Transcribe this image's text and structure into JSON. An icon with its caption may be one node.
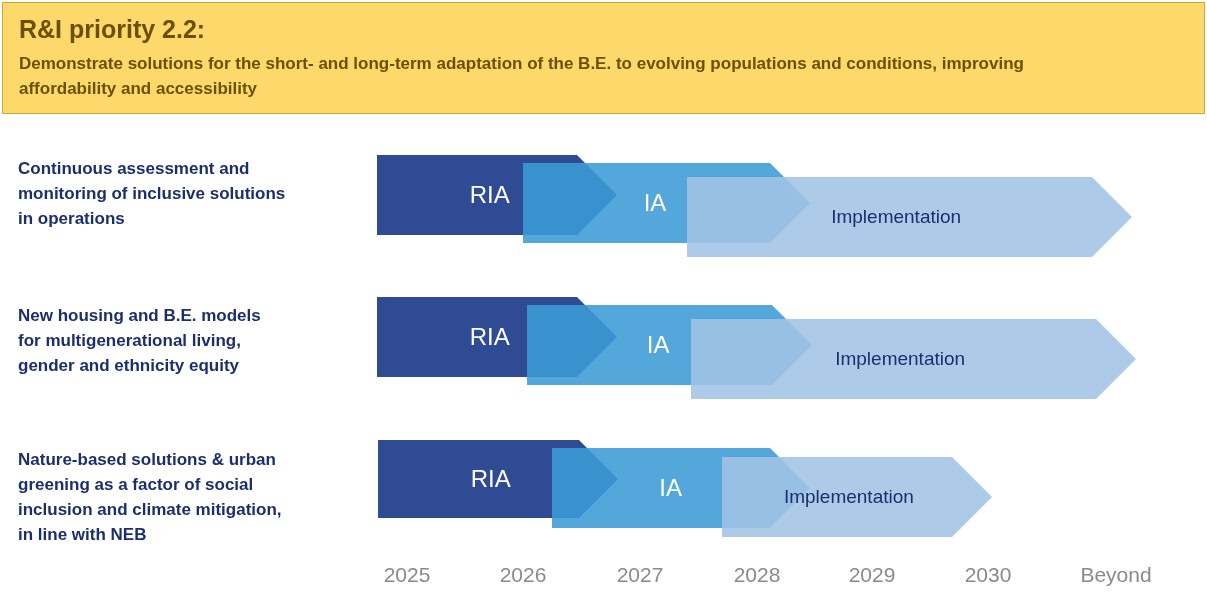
{
  "diagram": {
    "nodes": [
      {
        "text": [
          "R&I priority 2.2:",
          "Demonstrate solutions for the short- and long-term adaptation of the B.E. to evolving populations and conditions, improving affordability and accessibility"
        ]
      },
      {
        "text": [
          "RIA"
        ]
      },
      {
        "text": [
          "IA"
        ]
      },
      {
        "text": [
          "Implementation"
        ]
      },
      {
        "text": [
          "RIA"
        ]
      },
      {
        "text": [
          "IA"
        ]
      },
      {
        "text": [
          "Implementation"
        ]
      },
      {
        "text": [
          "RIA"
        ]
      },
      {
        "text": [
          "IA"
        ]
      },
      {
        "text": [
          "Implementation"
        ]
      }
    ],
    "labels": [
      "Continuous assessment and monitoring of inclusive solutions in operations",
      "New housing and B.E. models for multigenerational living, gender and ethnicity equity",
      "Nature-based solutions & urban greening as a factor of social inclusion and climate mitigation, in line with NEB",
      "2025",
      "2026",
      "2027",
      "2028",
      "2029",
      "2030",
      "Beyond"
    ]
  }
}
